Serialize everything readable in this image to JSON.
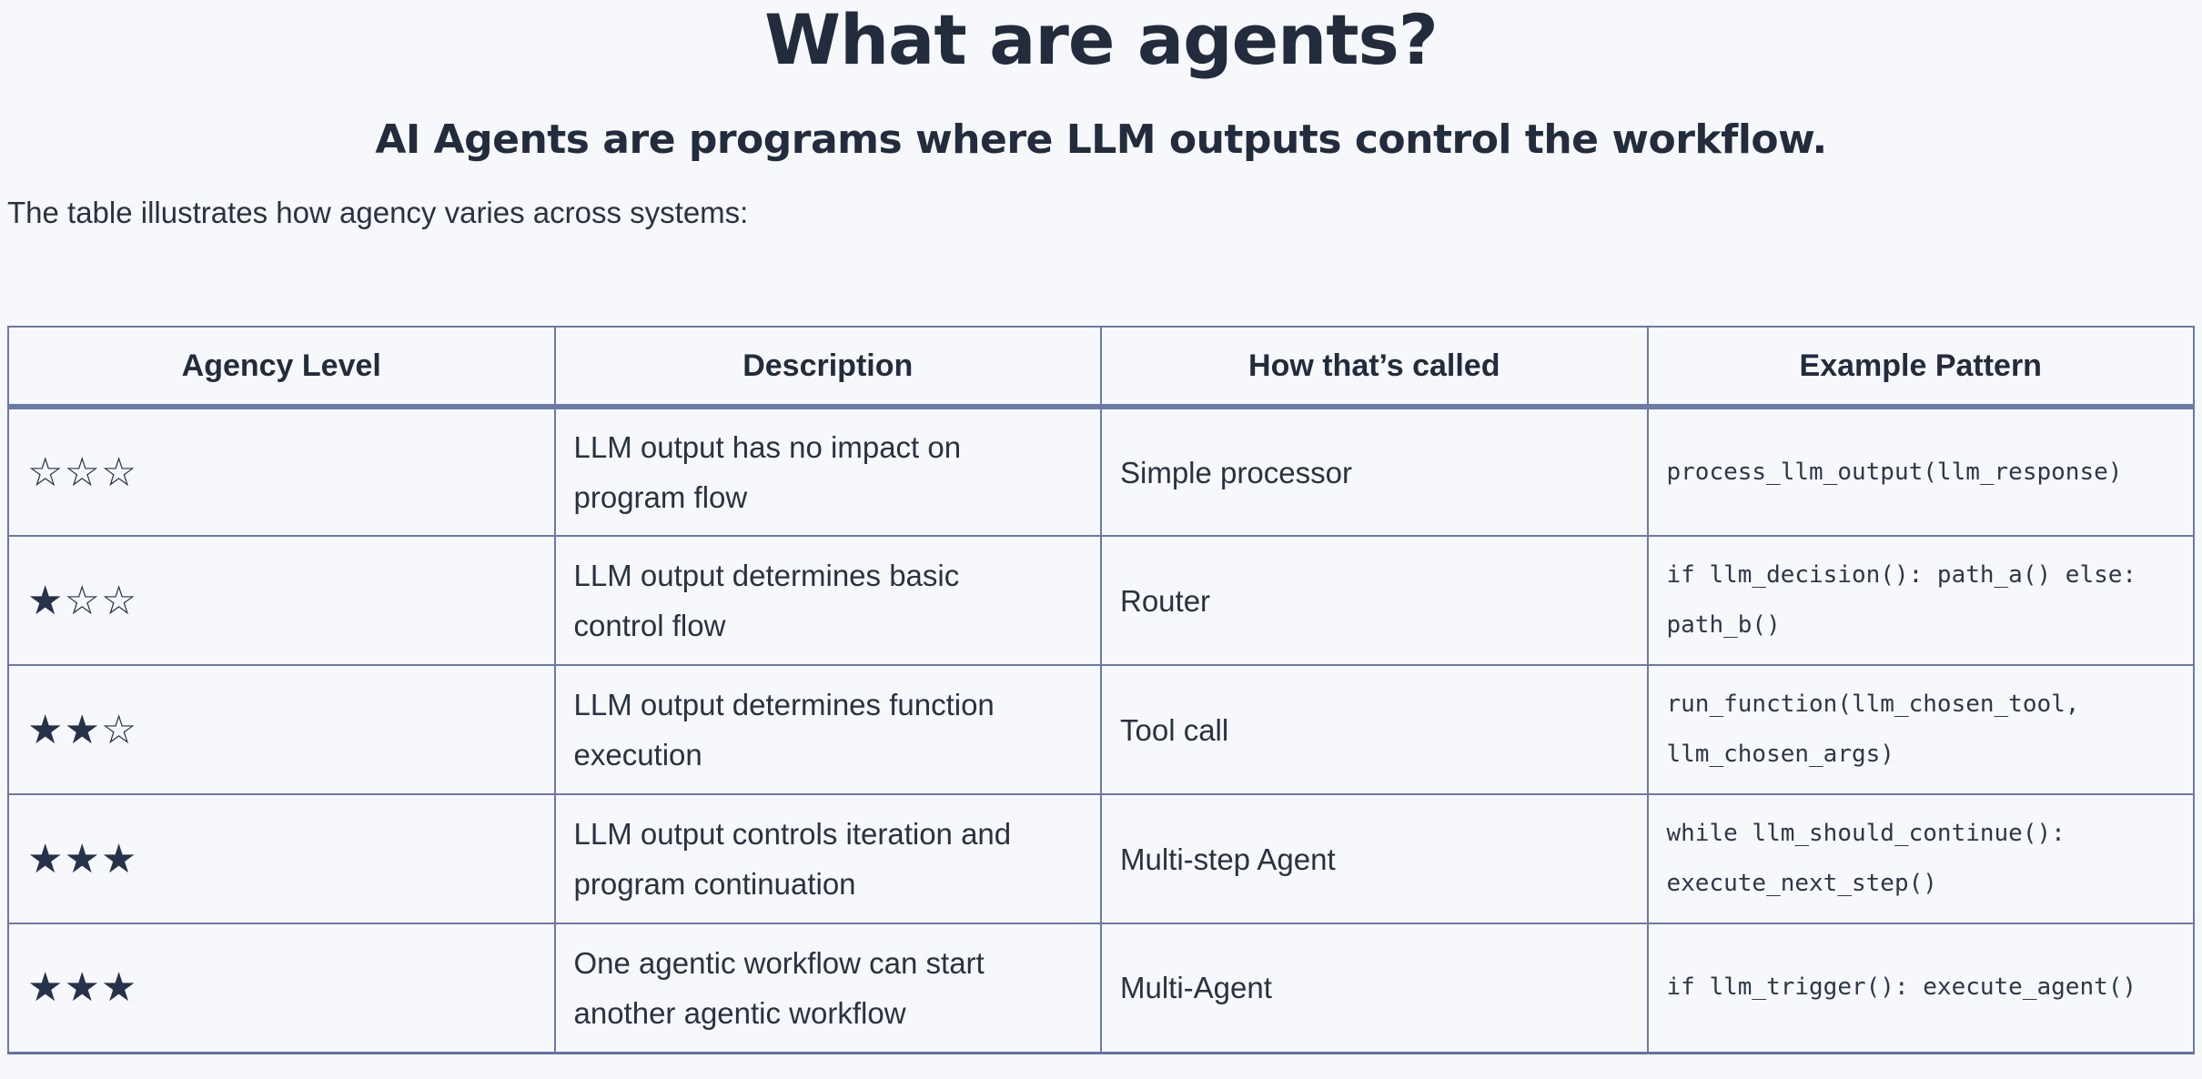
{
  "page": {
    "title": "What are agents?",
    "subtitle": "AI Agents are programs where LLM outputs control the workflow.",
    "intro": "The table illustrates how agency varies across systems:"
  },
  "table": {
    "columns": [
      "Agency Level",
      "Description",
      "How that’s called",
      "Example Pattern"
    ],
    "rows": [
      {
        "agency_stars": "☆☆☆",
        "description": "LLM output has no impact on\nprogram flow",
        "how_called": "Simple processor",
        "pattern": "process_llm_output(llm_response)"
      },
      {
        "agency_stars": "★☆☆",
        "description": "LLM output determines basic\ncontrol flow",
        "how_called": "Router",
        "pattern": "if llm_decision(): path_a() else:\npath_b()"
      },
      {
        "agency_stars": "★★☆",
        "description": "LLM output determines function\nexecution",
        "how_called": "Tool call",
        "pattern": "run_function(llm_chosen_tool,\nllm_chosen_args)"
      },
      {
        "agency_stars": "★★★",
        "description": "LLM output controls iteration and\nprogram continuation",
        "how_called": "Multi-step Agent",
        "pattern": "while llm_should_continue():\nexecute_next_step()"
      },
      {
        "agency_stars": "★★★",
        "description": "One agentic workflow can start\nanother agentic workflow",
        "how_called": "Multi-Agent",
        "pattern": "if llm_trigger(): execute_agent()"
      }
    ]
  },
  "colors": {
    "background": "#f6f8fb",
    "text": "#2a3240",
    "heading": "#222c3d",
    "table_border": "#6b7aa6"
  }
}
